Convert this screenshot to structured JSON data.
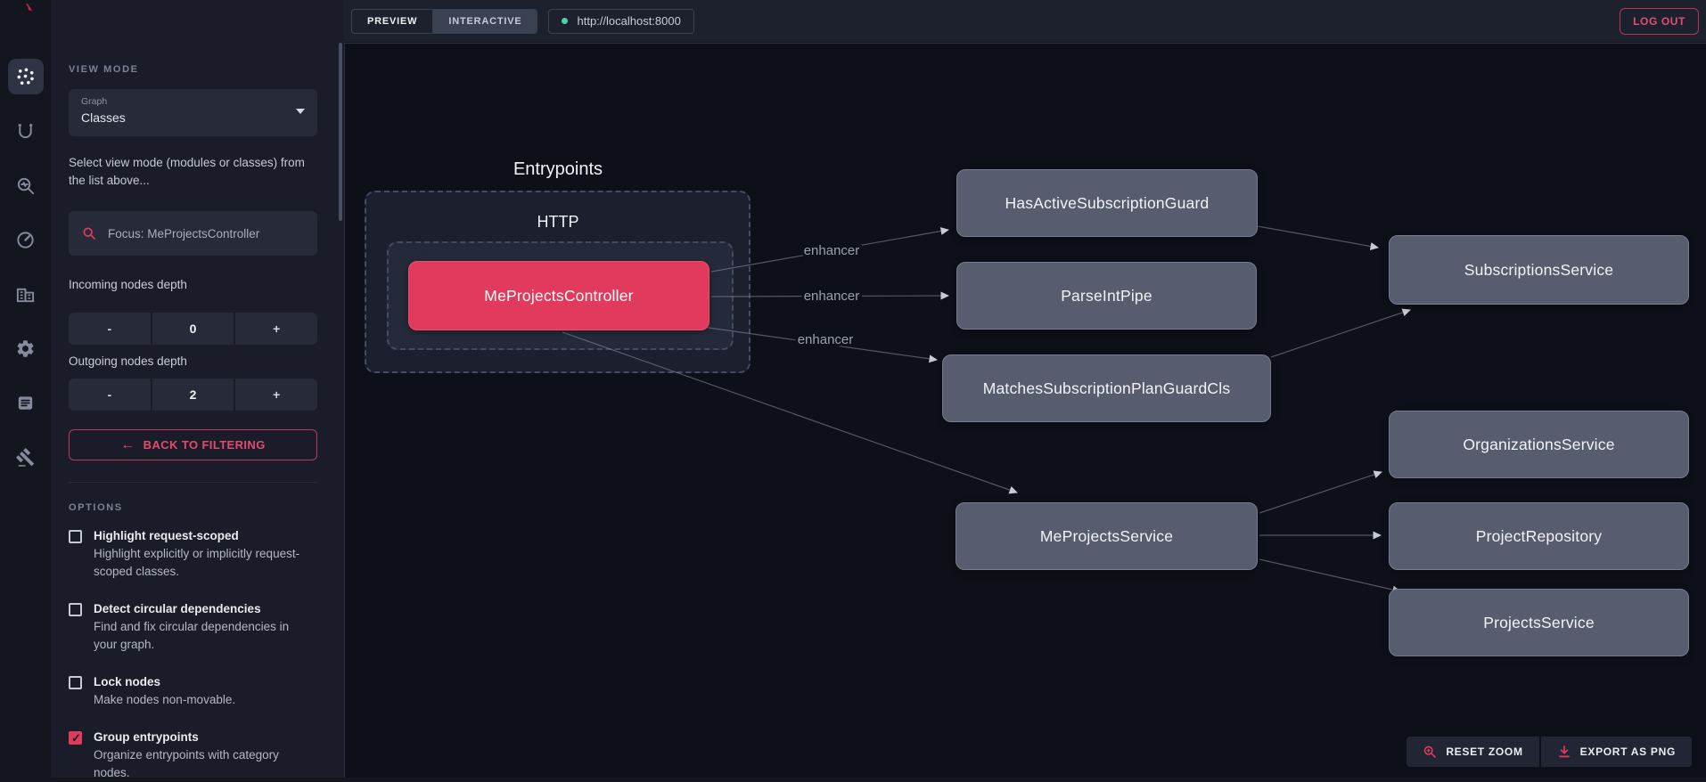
{
  "topbar": {
    "tabs": [
      {
        "label": "PREVIEW",
        "selected": false
      },
      {
        "label": "INTERACTIVE",
        "selected": true
      }
    ],
    "url": "http://localhost:8000",
    "status_dot_color": "#4fd1a5",
    "logout_label": "LOG OUT"
  },
  "rail": {
    "items": [
      {
        "icon": "graph-icon",
        "active": true
      },
      {
        "icon": "routes-icon",
        "active": false
      },
      {
        "icon": "inspect-icon",
        "active": false
      },
      {
        "icon": "performance-icon",
        "active": false
      },
      {
        "icon": "organization-icon",
        "active": false
      },
      {
        "icon": "settings-icon",
        "active": false
      },
      {
        "icon": "logs-icon",
        "active": false
      },
      {
        "icon": "sandbox-icon",
        "active": false
      }
    ]
  },
  "sidebar": {
    "view_mode_heading": "VIEW MODE",
    "graph_select": {
      "label": "Graph",
      "value": "Classes"
    },
    "helper_text": "Select view mode (modules or classes) from the list above...",
    "focus_input": {
      "value": "Focus: MeProjectsController"
    },
    "incoming": {
      "label": "Incoming nodes depth",
      "minus": "-",
      "value": "0",
      "plus": "+"
    },
    "outgoing": {
      "label": "Outgoing nodes depth",
      "minus": "-",
      "value": "2",
      "plus": "+"
    },
    "back_button": {
      "arrow": "←",
      "label": "BACK TO FILTERING"
    },
    "options_heading": "OPTIONS",
    "options": [
      {
        "title": "Highlight request-scoped",
        "description": "Highlight explicitly or implicitly request-scoped classes.",
        "checked": false
      },
      {
        "title": "Detect circular dependencies",
        "description": "Find and fix circular dependencies in your graph.",
        "checked": false
      },
      {
        "title": "Lock nodes",
        "description": "Make nodes non-movable.",
        "checked": false
      },
      {
        "title": "Group entrypoints",
        "description": "Organize entrypoints with category nodes.",
        "checked": true
      }
    ]
  },
  "graph": {
    "group_labels": {
      "entrypoints": "Entrypoints",
      "http": "HTTP"
    },
    "nodes": [
      {
        "label": "MeProjectsController",
        "type": "focused"
      },
      {
        "label": "HasActiveSubscriptionGuard",
        "type": "default"
      },
      {
        "label": "ParseIntPipe",
        "type": "default"
      },
      {
        "label": "MatchesSubscriptionPlanGuardCls",
        "type": "default"
      },
      {
        "label": "MeProjectsService",
        "type": "default"
      },
      {
        "label": "SubscriptionsService",
        "type": "default"
      },
      {
        "label": "OrganizationsService",
        "type": "default"
      },
      {
        "label": "ProjectRepository",
        "type": "default"
      },
      {
        "label": "ProjectsService",
        "type": "default"
      }
    ],
    "edges": [
      {
        "from": "MeProjectsController",
        "to": "HasActiveSubscriptionGuard",
        "label": "enhancer"
      },
      {
        "from": "MeProjectsController",
        "to": "ParseIntPipe",
        "label": "enhancer"
      },
      {
        "from": "MeProjectsController",
        "to": "MatchesSubscriptionPlanGuardCls",
        "label": "enhancer"
      },
      {
        "from": "MeProjectsController",
        "to": "MeProjectsService",
        "label": ""
      },
      {
        "from": "HasActiveSubscriptionGuard",
        "to": "SubscriptionsService",
        "label": ""
      },
      {
        "from": "MatchesSubscriptionPlanGuardCls",
        "to": "SubscriptionsService",
        "label": ""
      },
      {
        "from": "MeProjectsService",
        "to": "OrganizationsService",
        "label": ""
      },
      {
        "from": "MeProjectsService",
        "to": "ProjectRepository",
        "label": ""
      },
      {
        "from": "MeProjectsService",
        "to": "ProjectsService",
        "label": ""
      }
    ]
  },
  "canvas_actions": {
    "reset_zoom": "RESET ZOOM",
    "export_png": "EXPORT AS PNG"
  },
  "colors": {
    "accent": "#e03a5e",
    "node_fill": "#575c6f",
    "canvas_bg": "#0e1019",
    "status_dot": "#4fd1a5"
  }
}
